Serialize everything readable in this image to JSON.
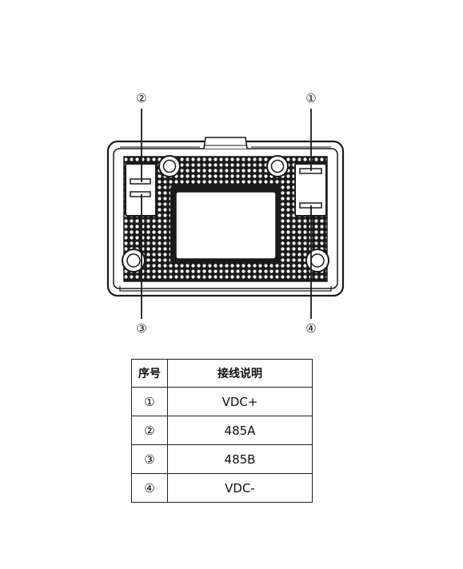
{
  "diagram": {
    "callouts": [
      "①",
      "②",
      "③",
      "④"
    ]
  },
  "table": {
    "headers": [
      "序号",
      "接线说明"
    ],
    "rows": [
      {
        "num": "①",
        "desc": "VDC+"
      },
      {
        "num": "②",
        "desc": "485A"
      },
      {
        "num": "③",
        "desc": "485B"
      },
      {
        "num": "④",
        "desc": "VDC-"
      }
    ]
  }
}
